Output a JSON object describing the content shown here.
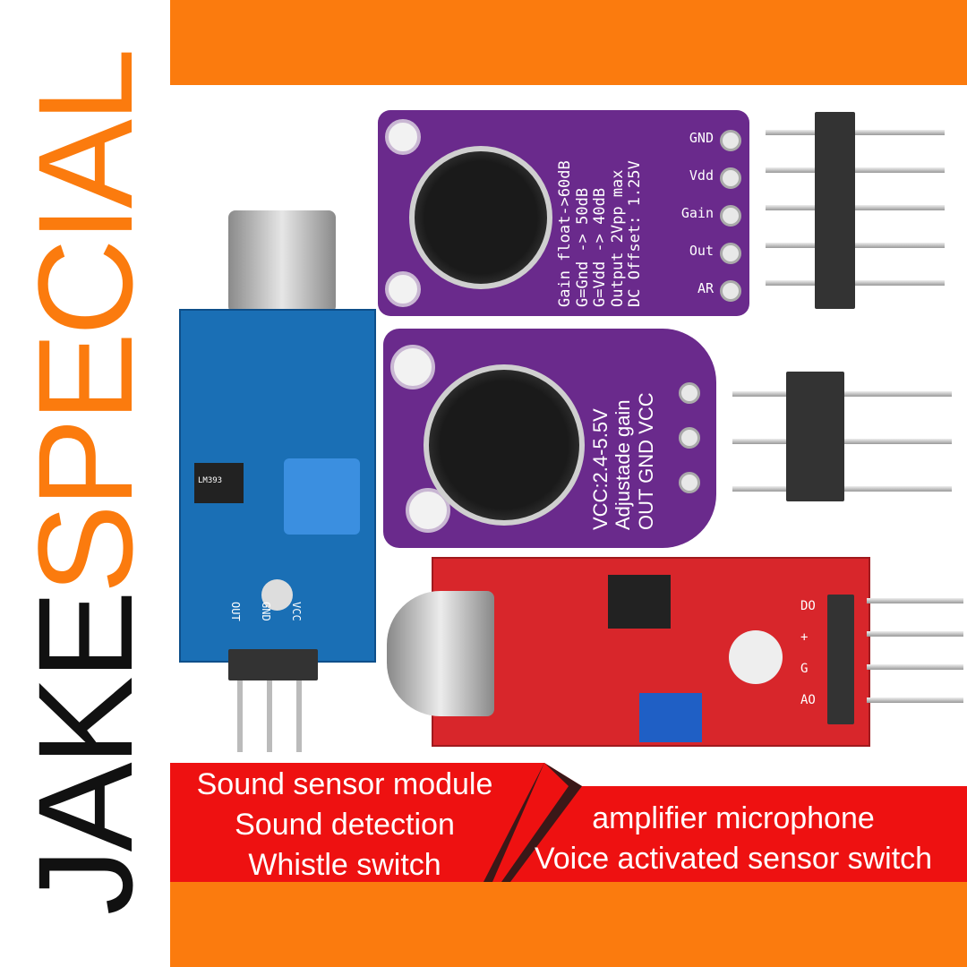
{
  "brand": {
    "part1": "JAKE",
    "part2": "SPECIAL"
  },
  "module_max9814": {
    "lines": [
      "Gain float->60dB",
      "G=Gnd -> 50dB",
      "G=Vdd -> 40dB",
      "Output 2Vpp max",
      "DC Offset: 1.25V"
    ],
    "pins": [
      "GND",
      "Vdd",
      "Gain",
      "Out",
      "AR"
    ]
  },
  "module_max4466": {
    "lines": [
      "VCC:2.4-5.5V",
      "Adjustade gain"
    ],
    "pins": [
      "OUT",
      "GND",
      "VCC"
    ]
  },
  "module_blue": {
    "pins": [
      "OUT",
      "GND",
      "VCC"
    ],
    "chip": "LM393"
  },
  "module_red": {
    "pins": [
      "DO",
      "+",
      "G",
      "AO"
    ]
  },
  "banner": {
    "left": [
      "Sound sensor module",
      "Sound detection",
      "Whistle switch"
    ],
    "right": [
      "amplifier microphone",
      "Voice activated sensor switch"
    ]
  },
  "colors": {
    "orange": "#fb7b0e",
    "red": "#ee1111",
    "purple": "#6a2a8c",
    "blue": "#1a6fb5",
    "pcb_red": "#d8262b"
  }
}
